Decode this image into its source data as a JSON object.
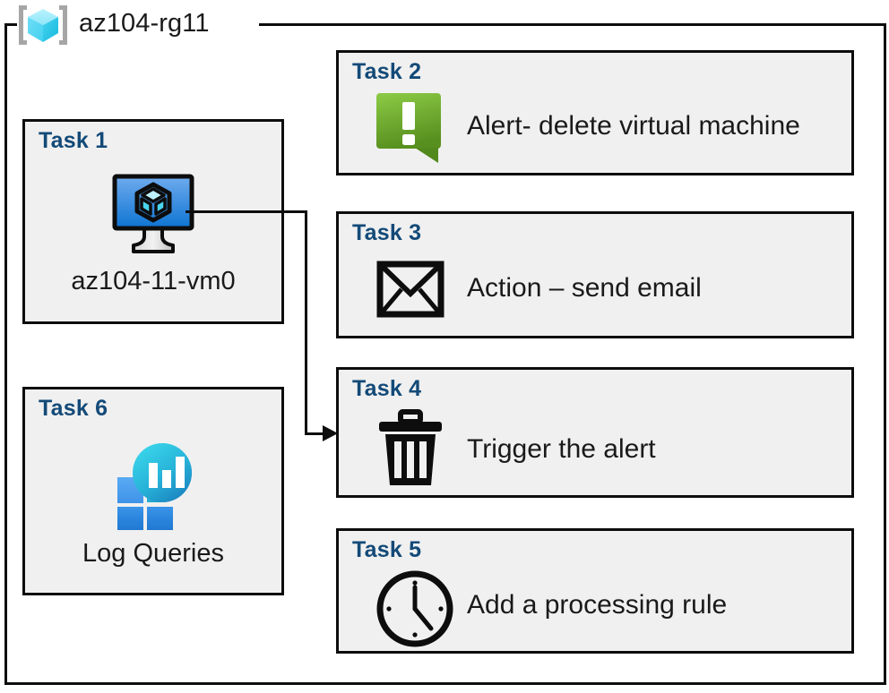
{
  "container": {
    "title": "az104-rg11",
    "icon": "azure-resource-group-icon",
    "border_color": "#0d0d0d"
  },
  "colors": {
    "task_title": "#134a78",
    "card_fill": "#f0f0f0",
    "card_border": "#0d0d0d",
    "label_text": "#1a1a1a",
    "alert_green_light": "#84c540",
    "alert_green_dark": "#5c9327",
    "vm_screen_light": "#62a6ec",
    "vm_screen_dark": "#1179d6",
    "log_square_light": "#4fa3f0",
    "log_square_dark": "#2b88dd",
    "log_circle_light": "#32d4e8",
    "log_circle_dark": "#1f87c4",
    "rg_cube_light": "#9fecfb",
    "rg_cube_dark": "#3ad3ef",
    "rg_bracket": "#a6a6a6"
  },
  "tasks": [
    {
      "id": "task1",
      "title": "Task 1",
      "label": "az104-11-vm0",
      "icon": "virtual-machine-icon",
      "layout": "vertical"
    },
    {
      "id": "task2",
      "title": "Task 2",
      "label": "Alert- delete virtual machine",
      "icon": "alert-bubble-icon",
      "layout": "horizontal"
    },
    {
      "id": "task3",
      "title": "Task 3",
      "label": "Action – send email",
      "icon": "envelope-icon",
      "layout": "horizontal"
    },
    {
      "id": "task4",
      "title": "Task 4",
      "label": "Trigger the alert",
      "icon": "trash-can-icon",
      "layout": "horizontal"
    },
    {
      "id": "task5",
      "title": "Task 5",
      "label": "Add a processing rule",
      "icon": "clock-icon",
      "layout": "horizontal"
    },
    {
      "id": "task6",
      "title": "Task 6",
      "label": "Log Queries",
      "icon": "log-analytics-icon",
      "layout": "vertical"
    }
  ],
  "connector": {
    "from": "task1",
    "to": "task4",
    "style": "elbow-arrow"
  }
}
